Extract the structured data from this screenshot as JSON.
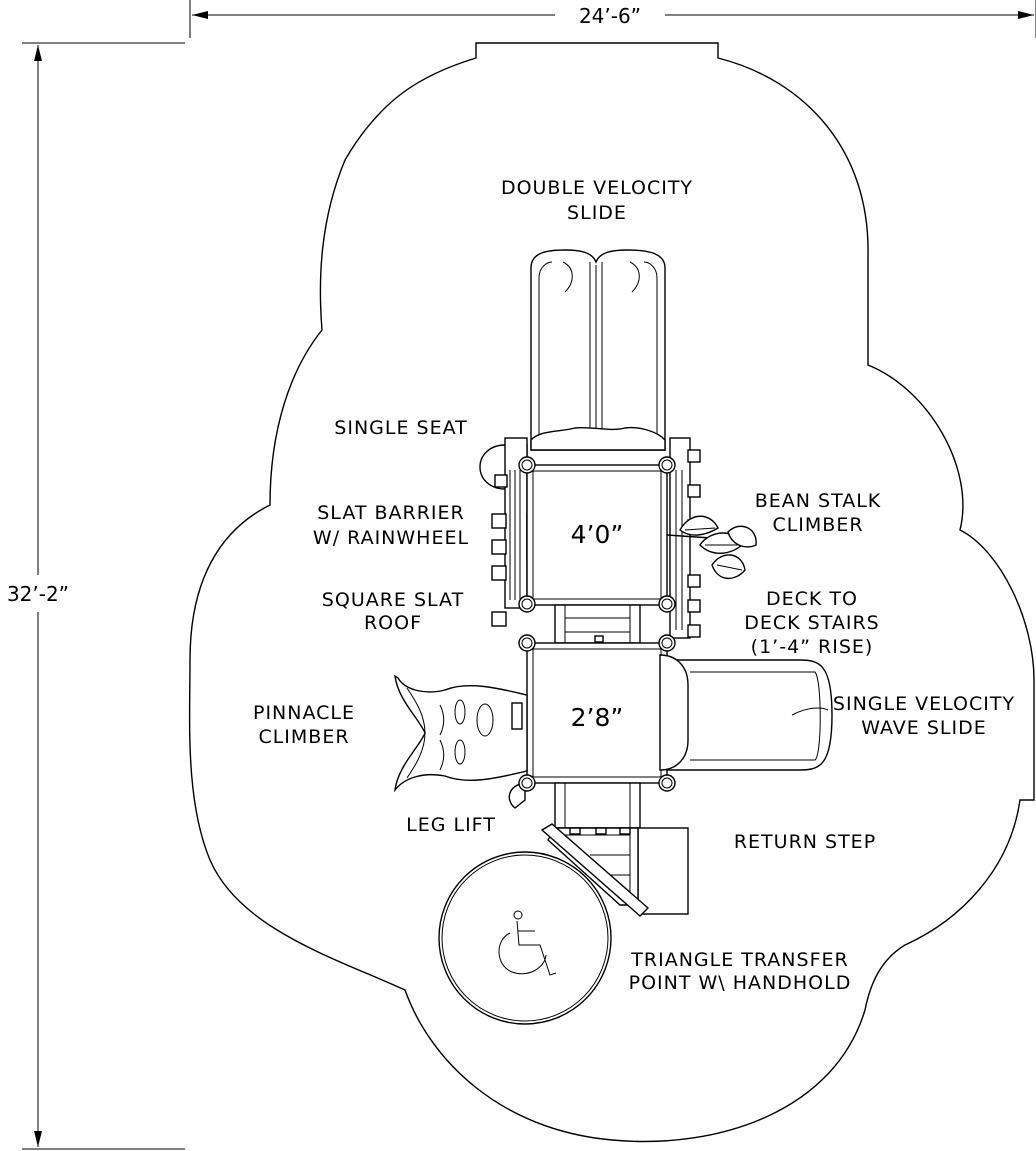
{
  "dimensions": {
    "width": "24’-6”",
    "height": "32’-2”"
  },
  "decks": [
    {
      "height": "4’0”"
    },
    {
      "height": "2’8”"
    }
  ],
  "labels": {
    "double_velocity_slide": [
      "DOUBLE VELOCITY",
      "SLIDE"
    ],
    "single_seat": [
      "SINGLE SEAT"
    ],
    "slat_barrier": [
      "SLAT BARRIER",
      "W/ RAINWHEEL"
    ],
    "square_slat_roof": [
      "SQUARE SLAT",
      "ROOF"
    ],
    "pinnacle_climber": [
      "PINNACLE",
      "CLIMBER"
    ],
    "leg_lift": [
      "LEG LIFT"
    ],
    "bean_stalk_climber": [
      "BEAN STALK",
      "CLIMBER"
    ],
    "deck_to_deck_stairs": [
      "DECK TO",
      "DECK STAIRS",
      "(1’-4” RISE)"
    ],
    "single_velocity_wave_slide": [
      "SINGLE VELOCITY",
      "WAVE SLIDE"
    ],
    "return_step": [
      "RETURN STEP"
    ],
    "triangle_transfer_point": [
      "TRIANGLE TRANSFER",
      "POINT W\\ HANDHOLD"
    ]
  }
}
